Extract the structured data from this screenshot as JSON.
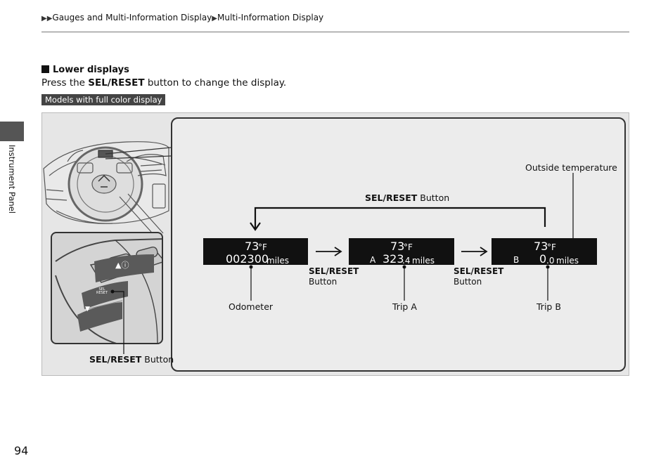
{
  "breadcrumb": {
    "item1": "Gauges and Multi-Information Display",
    "item2": "Multi-Information Display"
  },
  "section": {
    "title": "Lower displays",
    "intro_pre": "Press the ",
    "intro_bold": "SEL/RESET",
    "intro_post": " button to change the display.",
    "badge": "Models with full color display"
  },
  "side_tab": "Instrument Panel",
  "figure": {
    "loop_label_bold": "SEL/RESET",
    "loop_label_rest": " Button",
    "outside_temp_label": "Outside temperature",
    "display1": {
      "temp": "73",
      "temp_unit": "°F",
      "value": "002300",
      "unit": "miles"
    },
    "display2": {
      "temp": "73",
      "temp_unit": "°F",
      "prefix": "A",
      "value_int": "323",
      "value_dec": ".4",
      "unit": "miles"
    },
    "display3": {
      "temp": "73",
      "temp_unit": "°F",
      "prefix": "B",
      "value_int": "0",
      "value_dec": ".0",
      "unit": "miles"
    },
    "arrow1_label_bold": "SEL/RESET",
    "arrow1_label_rest": "Button",
    "arrow2_label_bold": "SEL/RESET",
    "arrow2_label_rest": "Button",
    "callout_odometer": "Odometer",
    "callout_trip_a": "Trip A",
    "callout_trip_b": "Trip B",
    "inset_button_bold": "SEL/RESET",
    "inset_button_rest": " Button",
    "inset_sel_text": "SEL",
    "inset_reset_text": "RESET"
  },
  "page_number": "94"
}
